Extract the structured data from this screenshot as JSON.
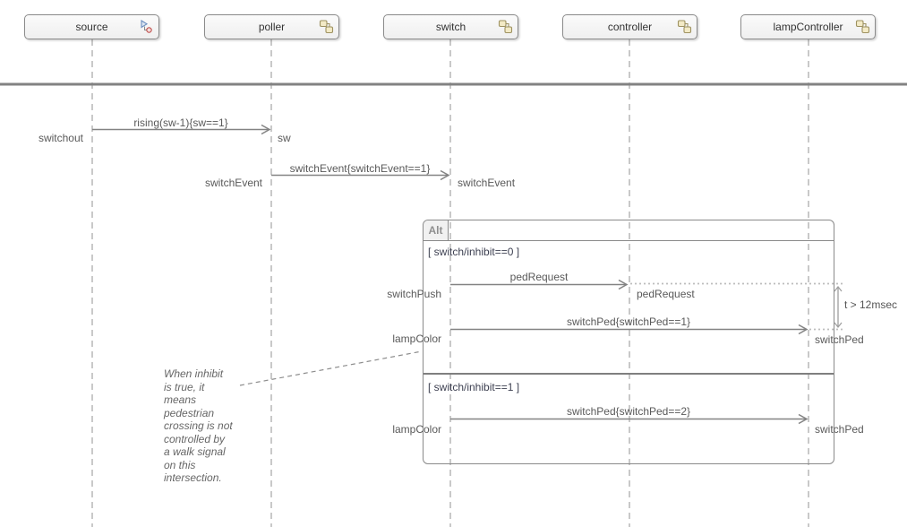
{
  "diagram_type": "uml-sequence-diagram",
  "lifelines": [
    {
      "label": "source",
      "icon": "event-source-icon"
    },
    {
      "label": "poller",
      "icon": "object-instance-icon"
    },
    {
      "label": "switch",
      "icon": "object-instance-icon"
    },
    {
      "label": "controller",
      "icon": "object-instance-icon"
    },
    {
      "label": "lampController",
      "icon": "object-instance-icon"
    }
  ],
  "messages": [
    {
      "label": "rising(sw-1){sw==1}",
      "from": "source",
      "to": "poller",
      "from_port": "switchout",
      "to_port": "sw"
    },
    {
      "label": "switchEvent{switchEvent==1}",
      "from": "poller",
      "to": "switch",
      "from_port": "switchEvent",
      "to_port": "switchEvent"
    },
    {
      "label": "pedRequest",
      "from": "switch",
      "to": "controller",
      "from_port": "switchPush",
      "to_port": "pedRequest"
    },
    {
      "label": "switchPed{switchPed==1}",
      "from": "switch",
      "to": "lampController",
      "from_port": "lampColor",
      "to_port": "switchPed"
    },
    {
      "label": "switchPed{switchPed==2}",
      "from": "switch",
      "to": "lampController",
      "from_port": "lampColor",
      "to_port": "switchPed"
    }
  ],
  "alt_fragment": {
    "operator": "Alt",
    "guard1": "[ switch/inhibit==0 ]",
    "guard2": "[ switch/inhibit==1 ]"
  },
  "timing_constraint": {
    "label": "t > 12msec"
  },
  "note": {
    "text": "When inhibit\nis true, it\nmeans\npedestrian\ncrossing is not\ncontrolled by\na walk signal\non this\nintersection."
  },
  "colors": {
    "message_line": "#838383",
    "lifeline": "#c9c9c9",
    "top_rule": "#828282",
    "label_text": "#595959",
    "guard_text": "#3e4152",
    "note_text": "#666666",
    "header_bg": "#f4f4f4",
    "header_border": "#8a8a8a",
    "event_source_icon_blue": "#6b8ebf",
    "event_source_icon_red": "#c0504d",
    "object_icon_fill": "#f3eac6",
    "object_icon_stroke": "#9d9160"
  }
}
